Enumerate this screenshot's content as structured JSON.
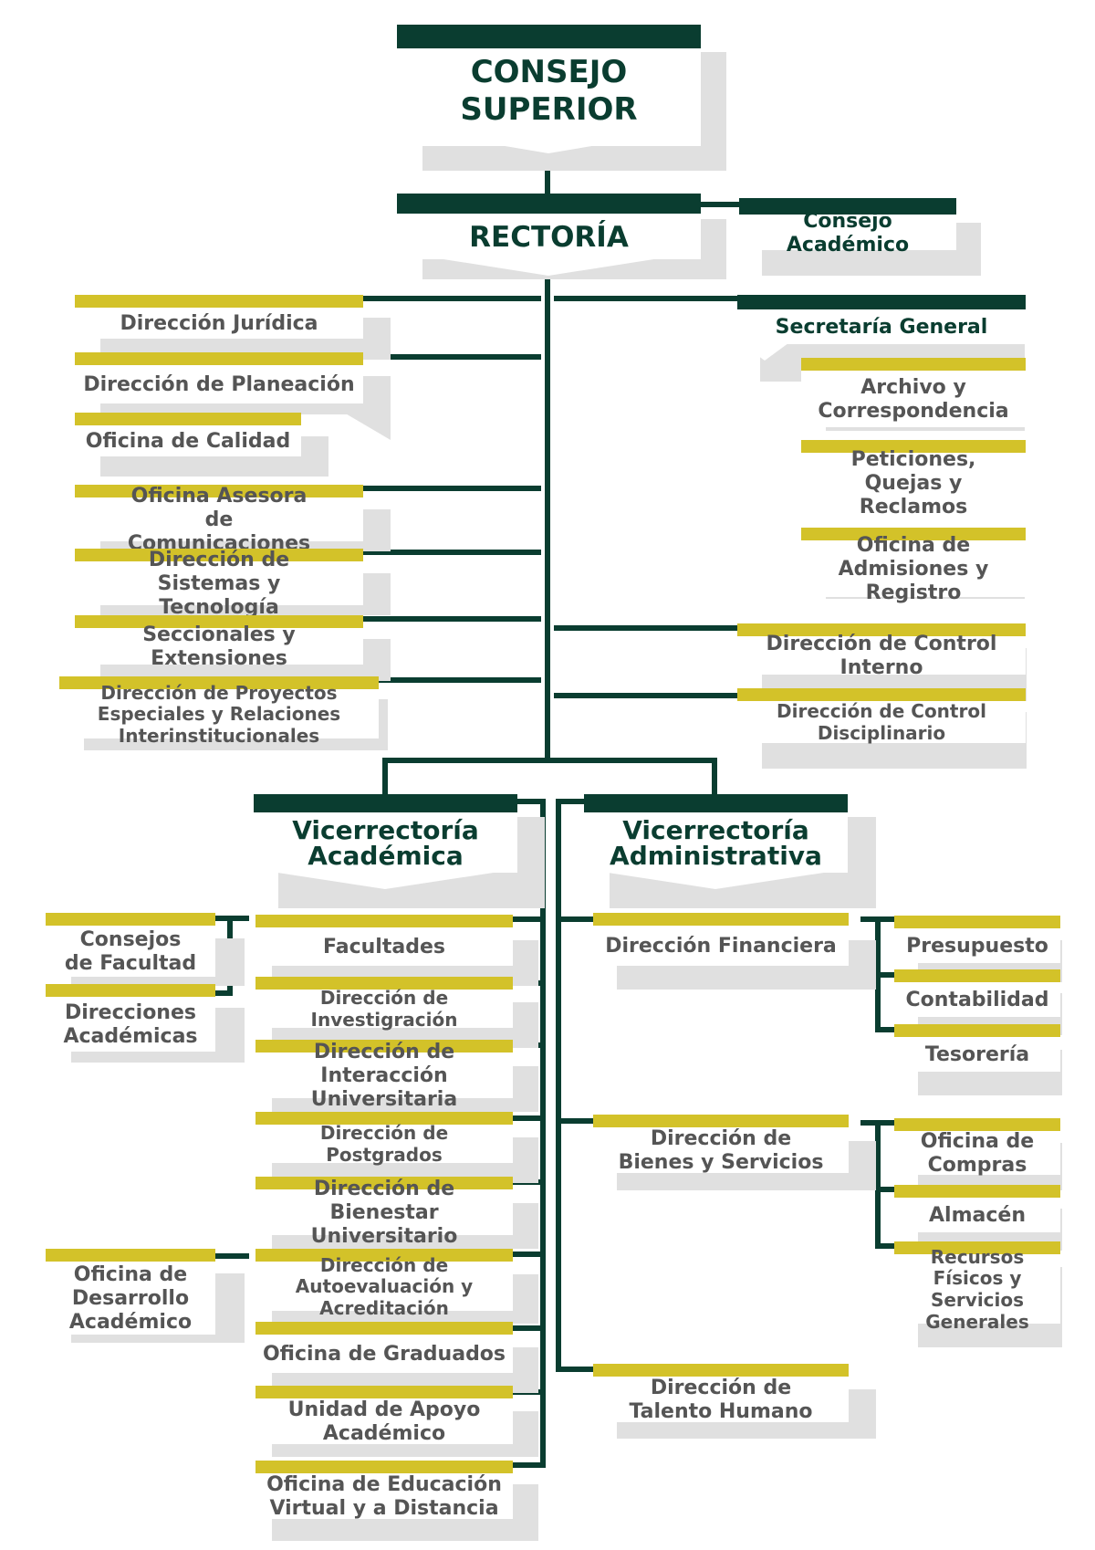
{
  "org_chart": {
    "consejo_superior": "CONSEJO\nSUPERIOR",
    "rectoria": "RECTORÍA",
    "consejo_academico": "Consejo Académico",
    "left_units": [
      "Dirección Jurídica",
      "Dirección de Planeación",
      "Oficina de Calidad",
      "Oficina Asesora de Comunicaciones",
      "Dirección de Sistemas y Tecnología",
      "Seccionales y Extensiones",
      "Dirección de Proyectos Especiales y Relaciones Interinstitucionales"
    ],
    "secretaria_general": "Secretaría General",
    "secretaria_units": [
      "Archivo y Correspondencia",
      "Peticiones, Quejas y Reclamos",
      "Oficina de Admisiones y Registro"
    ],
    "control_units": [
      "Dirección de Control Interno",
      "Dirección de Control Disciplinario"
    ],
    "vice_academica": "Vicerrectoría Académica",
    "vice_administrativa": "Vicerrectoría Administrativa",
    "academic_units": [
      "Facultades",
      "Dirección de Investigración",
      "Dirección de Interacción Universitaria",
      "Dirección de Postgrados",
      "Dirección de Bienestar Universitario",
      "Dirección de Autoevaluación y Acreditación",
      "Oficina de Graduados",
      "Unidad de Apoyo Académico",
      "Oficina de Educación Virtual y a Distancia"
    ],
    "facultades_units": [
      "Consejos de Facultad",
      "Direcciones Académicas"
    ],
    "autoevaluacion_unit": "Oficina de Desarrollo Académico",
    "admin_units": [
      "Dirección Financiera",
      "Dirección de Bienes y Servicios",
      "Dirección de Talento Humano"
    ],
    "financiera_units": [
      "Presupuesto",
      "Contabilidad",
      "Tesorería"
    ],
    "bienes_units": [
      "Oficina de Compras",
      "Almacén",
      "Recursos Físicos y Servicios Generales"
    ]
  },
  "colors": {
    "dark_green": "#0a3d30",
    "gold": "#d3c229",
    "text_grey": "#555555",
    "shadow": "#e0e0e0"
  }
}
